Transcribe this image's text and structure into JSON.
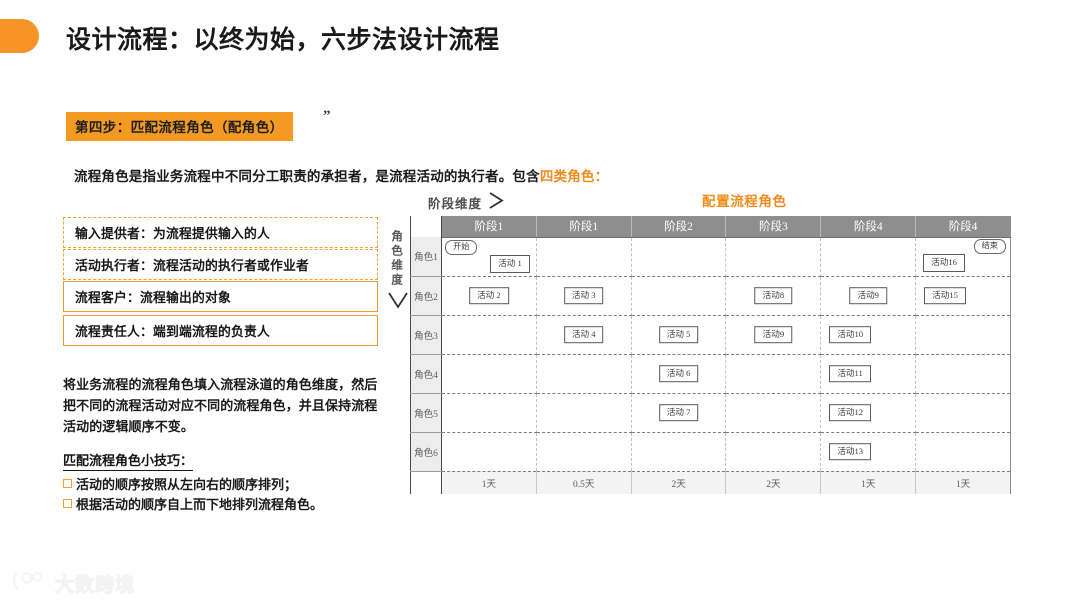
{
  "slide": {
    "title": "设计流程：以终为始，六步法设计流程",
    "step_badge": "第四步：匹配流程角色（配角色）",
    "step_badge_quote": "”",
    "intro_prefix": "流程角色是指业务流程中不同分工职责的承担者，是流程活动的执行者。包含",
    "intro_accent": "四类角色：",
    "watermark": "大数跨境"
  },
  "role_definitions": [
    {
      "label": "输入提供者：为流程提供输入的人",
      "style": "dashed"
    },
    {
      "label": "活动执行者：流程活动的执行者或作业者",
      "style": "dashed"
    },
    {
      "label": "流程客户：流程输出的对象",
      "style": "solid"
    },
    {
      "label": "流程责任人：端到端流程的负责人",
      "style": "solid"
    }
  ],
  "body_paragraph": "将业务流程的流程角色填入流程泳道的角色维度，然后把不同的流程活动对应不同的流程角色，并且保持流程活动的逻辑顺序不变。",
  "tips": {
    "heading": "匹配流程角色小技巧：",
    "items": [
      "活动的顺序按照从左向右的顺序排列；",
      "根据活动的顺序自上而下地排列流程角色。"
    ]
  },
  "swimlane": {
    "config_title": "配置流程角色",
    "stage_dimension_label": "阶段维度",
    "role_dimension_label": "角色维度",
    "stage_headers": [
      "阶段1",
      "阶段1",
      "阶段2",
      "阶段3",
      "阶段4",
      "阶段4"
    ],
    "role_labels": [
      "角色1",
      "角色2",
      "角色3",
      "角色4",
      "角色5",
      "角色6"
    ],
    "durations": [
      "1天",
      "0.5天",
      "2天",
      "2天",
      "1天",
      "1天"
    ],
    "cells": [
      [
        {
          "nodes": [
            {
              "label": "开始",
              "kind": "terminal",
              "pos": "pos-tl"
            },
            {
              "label": "活动 1",
              "kind": "activity",
              "pos": "pos-br"
            }
          ]
        },
        {
          "nodes": []
        },
        {
          "nodes": []
        },
        {
          "nodes": []
        },
        {
          "nodes": []
        },
        {
          "nodes": [
            {
              "label": "结束",
              "kind": "terminal",
              "pos": "pos-tr"
            },
            {
              "label": "活动16",
              "kind": "activity",
              "pos": "pos-bl"
            }
          ]
        }
      ],
      [
        {
          "nodes": [
            {
              "label": "活动 2",
              "kind": "activity",
              "pos": "pos-c"
            }
          ]
        },
        {
          "nodes": [
            {
              "label": "活动 3",
              "kind": "activity",
              "pos": "pos-c"
            }
          ]
        },
        {
          "nodes": []
        },
        {
          "nodes": [
            {
              "label": "活动8",
              "kind": "activity",
              "pos": "pos-c"
            }
          ]
        },
        {
          "nodes": [
            {
              "label": "活动9",
              "kind": "activity",
              "pos": "pos-c"
            }
          ]
        },
        {
          "nodes": [
            {
              "label": "活动15",
              "kind": "activity",
              "pos": "pos-cl"
            }
          ]
        }
      ],
      [
        {
          "nodes": []
        },
        {
          "nodes": [
            {
              "label": "活动 4",
              "kind": "activity",
              "pos": "pos-c"
            }
          ]
        },
        {
          "nodes": [
            {
              "label": "活动 5",
              "kind": "activity",
              "pos": "pos-c"
            }
          ]
        },
        {
          "nodes": [
            {
              "label": "活动9",
              "kind": "activity",
              "pos": "pos-c"
            }
          ]
        },
        {
          "nodes": [
            {
              "label": "活动10",
              "kind": "activity",
              "pos": "pos-cl"
            }
          ]
        },
        {
          "nodes": []
        }
      ],
      [
        {
          "nodes": []
        },
        {
          "nodes": []
        },
        {
          "nodes": [
            {
              "label": "活动 6",
              "kind": "activity",
              "pos": "pos-c"
            }
          ]
        },
        {
          "nodes": []
        },
        {
          "nodes": [
            {
              "label": "活动11",
              "kind": "activity",
              "pos": "pos-cl"
            }
          ]
        },
        {
          "nodes": []
        }
      ],
      [
        {
          "nodes": []
        },
        {
          "nodes": []
        },
        {
          "nodes": [
            {
              "label": "活动 7",
              "kind": "activity",
              "pos": "pos-c"
            }
          ]
        },
        {
          "nodes": []
        },
        {
          "nodes": [
            {
              "label": "活动12",
              "kind": "activity",
              "pos": "pos-cl"
            }
          ]
        },
        {
          "nodes": []
        }
      ],
      [
        {
          "nodes": []
        },
        {
          "nodes": []
        },
        {
          "nodes": []
        },
        {
          "nodes": []
        },
        {
          "nodes": [
            {
              "label": "活动13",
              "kind": "activity",
              "pos": "pos-cl"
            }
          ]
        },
        {
          "nodes": []
        }
      ]
    ]
  },
  "colors": {
    "accent_orange": "#F49A22",
    "title_orange": "#F08C1C",
    "header_gray": "#8E8E8E",
    "role_col_gray": "#EDEDED",
    "footer_gray": "#F4F4F4"
  }
}
